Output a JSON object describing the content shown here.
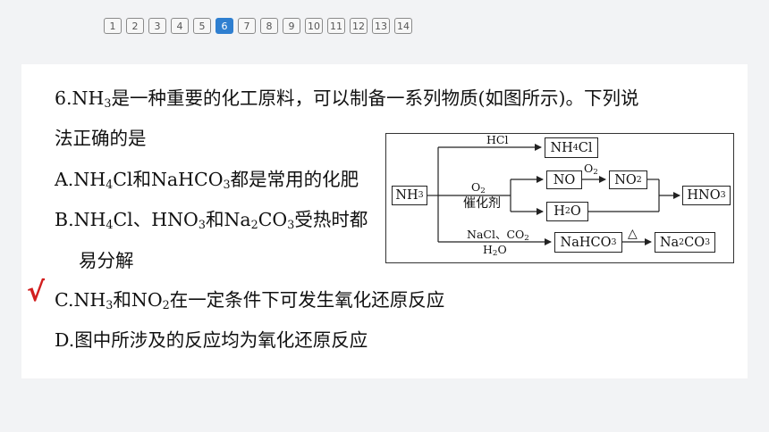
{
  "pager": [
    "1",
    "2",
    "3",
    "4",
    "5",
    "6",
    "7",
    "8",
    "9",
    "10",
    "11",
    "12",
    "13",
    "14"
  ],
  "pager_active": "6",
  "question": {
    "stem_a": "6.NH",
    "stem_a_sub": "3",
    "stem_b": "是一种重要的化工原料，可以制备一系列物质(如图所示)。下列说",
    "stem_line2": "法正确的是",
    "optA": {
      "p1": "A.NH",
      "s1": "4",
      "p2": "Cl和NaHCO",
      "s2": "3",
      "p3": "都是常用的化肥"
    },
    "optB": {
      "p1": "B.NH",
      "s1": "4",
      "p2": "Cl、HNO",
      "s2": "3",
      "p3": "和Na",
      "s3": "2",
      "p4": "CO",
      "s4": "3",
      "p5": "受热时都",
      "cont": "易分解"
    },
    "optC": {
      "p1": "C.NH",
      "s1": "3",
      "p2": "和NO",
      "s2": "2",
      "p3": "在一定条件下可发生氧化还原反应"
    },
    "optD": {
      "text": "D.图中所涉及的反应均为氧化还原反应"
    },
    "correct_mark": "√"
  },
  "diagram": {
    "nh3": {
      "a": "NH",
      "s": "3"
    },
    "nh4cl": {
      "a": "NH",
      "s": "4",
      "b": "Cl"
    },
    "no": "NO",
    "no2": {
      "a": "NO",
      "s": "2"
    },
    "h2o": {
      "a": "H",
      "s": "2",
      "b": "O"
    },
    "hno3": {
      "a": "HNO",
      "s": "3"
    },
    "nahco3": {
      "a": "NaHCO",
      "s": "3"
    },
    "na2co3": {
      "a": "Na",
      "s1": "2",
      "b": "CO",
      "s2": "3"
    },
    "lbl_hcl": "HCl",
    "lbl_o2": {
      "a": "O",
      "s": "2"
    },
    "lbl_catalyst": "催化剂",
    "lbl_o2b": {
      "a": "O",
      "s": "2"
    },
    "lbl_nacl": {
      "a": "NaCl、CO",
      "s": "2"
    },
    "lbl_h2o": {
      "a": "H",
      "s": "2",
      "b": "O"
    },
    "lbl_heat": "△"
  }
}
